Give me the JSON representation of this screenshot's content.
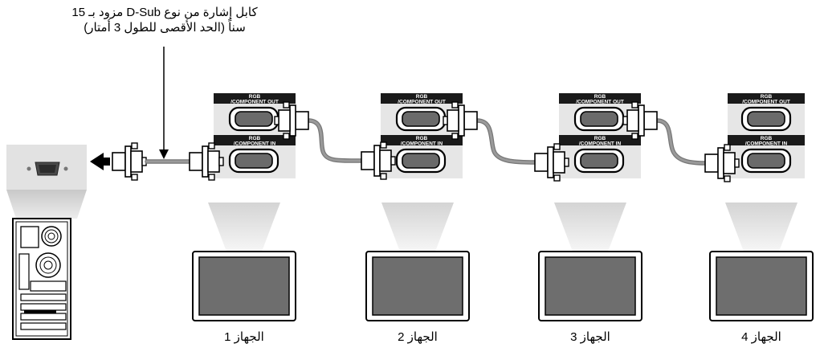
{
  "caption": {
    "line1": "كابل إشارة من نوع D-Sub مزود بـ 15",
    "line2": "سناً (الحد الأقصى للطول 3 أمتار)"
  },
  "port_labels": {
    "out_line1": "RGB",
    "out_line2": "/COMPONENT OUT",
    "in_line1": "RGB",
    "in_line2": "/COMPONENT IN"
  },
  "devices": [
    {
      "label": "الجهاز 1"
    },
    {
      "label": "الجهاز 2"
    },
    {
      "label": "الجهاز 3"
    },
    {
      "label": "الجهاز 4"
    }
  ],
  "colors": {
    "panel": "#e6e6e6",
    "port_band": "#1a1a1a",
    "screen": "#6e6e6e",
    "cable": "#8a8a8a",
    "beam": "#e8e8e8"
  }
}
